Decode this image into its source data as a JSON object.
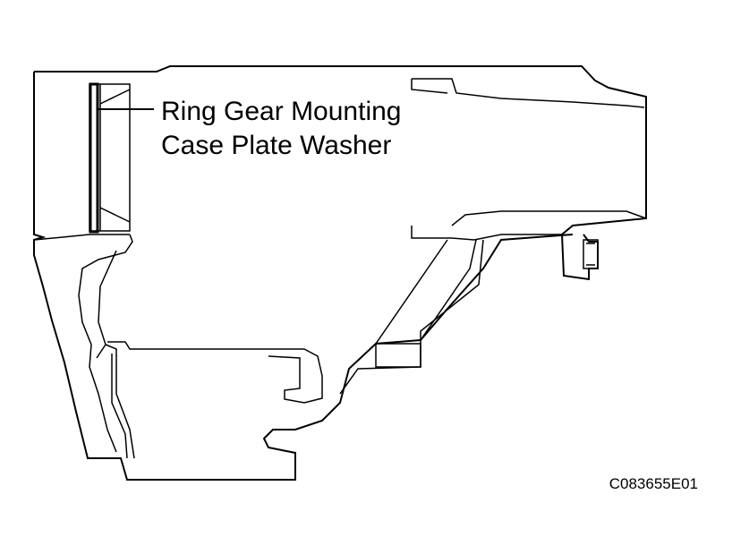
{
  "callout": {
    "line1": "Ring Gear Mounting",
    "line2": "Case Plate Washer"
  },
  "figure_code": "C083655E01",
  "colors": {
    "stroke": "#000000",
    "background": "#ffffff"
  }
}
